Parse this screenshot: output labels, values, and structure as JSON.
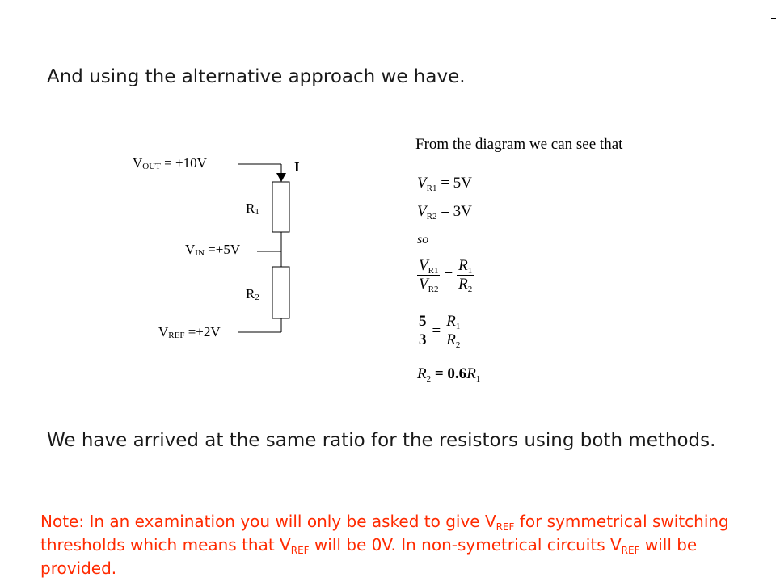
{
  "slide": {
    "heading": "And using the alternative approach we have.",
    "conclusion": "We have arrived at the same ratio for the resistors using both methods.",
    "note": {
      "p1": "Note: In an examination you will only be asked to give V",
      "sub1": "REF",
      "p2": " for symmetrical switching thresholds which means that V",
      "sub2": "REF",
      "p3": " will be 0V. In non-symetrical circuits V",
      "sub3": "REF",
      "p4": " will be provided."
    },
    "colors": {
      "note": "#ff2a00",
      "text": "#1a1a1a"
    }
  },
  "circuit": {
    "vout": {
      "base": "V",
      "sub": "OUT",
      "value": " = +10V"
    },
    "current_label": "I",
    "r1": {
      "base": "R",
      "sub": "1"
    },
    "vin": {
      "base": "V",
      "sub": "IN",
      "value": " =+5V"
    },
    "r2": {
      "base": "R",
      "sub": "2"
    },
    "vref": {
      "base": "V",
      "sub": "REF",
      "value": " =+2V"
    }
  },
  "derivation": {
    "intro": "From the diagram we can see that",
    "line1": {
      "var": "V",
      "sub": "R1",
      "rhs": " = 5V"
    },
    "line2": {
      "var": "V",
      "sub": "R2",
      "rhs": " = 3V"
    },
    "so": "so",
    "ratio": {
      "num_l": "V",
      "num_l_sub": "R1",
      "den_l": "V",
      "den_l_sub": "R2",
      "num_r": "R",
      "num_r_sub": "1",
      "den_r": "R",
      "den_r_sub": "2",
      "eq": "="
    },
    "numeric": {
      "num_l": "5",
      "den_l": "3",
      "num_r": "R",
      "num_r_sub": "1",
      "den_r": "R",
      "den_r_sub": "2",
      "eq": "="
    },
    "result": {
      "lhs": "R",
      "lhs_sub": "2",
      "rhs": " = 0.6",
      "rvar": "R",
      "rvar_sub": "1"
    }
  }
}
